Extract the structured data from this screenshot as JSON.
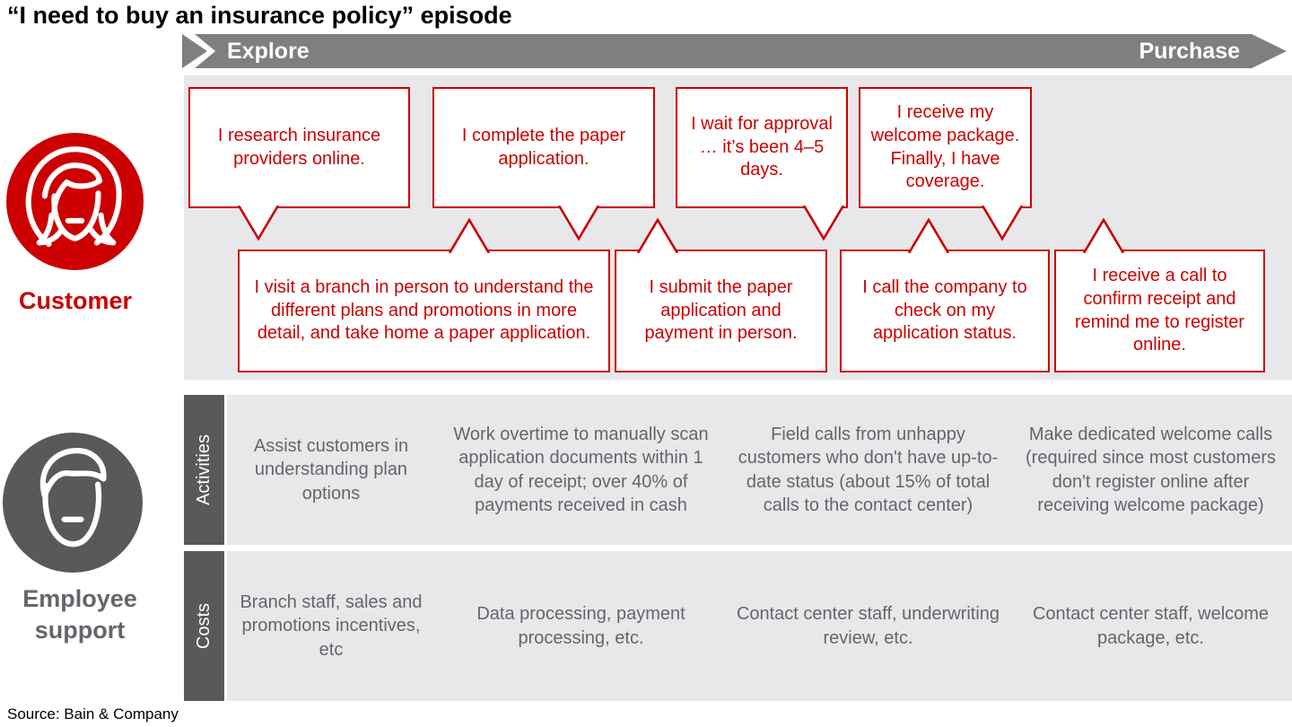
{
  "title": "“I need to buy an insurance policy” episode",
  "banner": {
    "left_label": "Explore",
    "right_label": "Purchase"
  },
  "customer": {
    "label": "Customer",
    "top_bubbles": [
      {
        "text": "I research insurance providers online."
      },
      {
        "text": "I complete the paper application."
      },
      {
        "text": "I wait for approval … it’s been 4–5 days."
      },
      {
        "text": "I receive my welcome package. Finally, I have coverage."
      }
    ],
    "bottom_bubbles": [
      {
        "text": "I visit a branch in person to understand the different plans and promotions in more detail, and take home a paper application."
      },
      {
        "text": "I submit the paper application and payment in person."
      },
      {
        "text": "I call the company to check on my application status."
      },
      {
        "text": "I receive a call to confirm receipt and remind me to register online."
      }
    ]
  },
  "employee": {
    "label": "Employee support",
    "rows": [
      {
        "label": "Activities",
        "cells": [
          "Assist customers in understanding plan options",
          "Work overtime to manually scan application documents within 1 day of receipt; over 40% of payments received in cash",
          "Field calls from unhappy customers who don't have up-to-date status (about 15% of total calls to the contact center)",
          "Make dedicated welcome calls (required since most customers don't register online after receiving welcome package)"
        ]
      },
      {
        "label": "Costs",
        "cells": [
          "Branch staff, sales and promotions incentives, etc",
          "Data processing, payment processing, etc.",
          "Contact center staff, underwriting review, etc.",
          "Contact center staff, welcome package, etc."
        ]
      }
    ]
  },
  "source": "Source: Bain & Company",
  "colors": {
    "red": "#CC0000",
    "banner_gray": "#7F7F7F",
    "band_gray": "#E8E8EA",
    "dark_gray": "#595959",
    "employee_gray": "#58595B",
    "text_gray": "#63666A"
  }
}
